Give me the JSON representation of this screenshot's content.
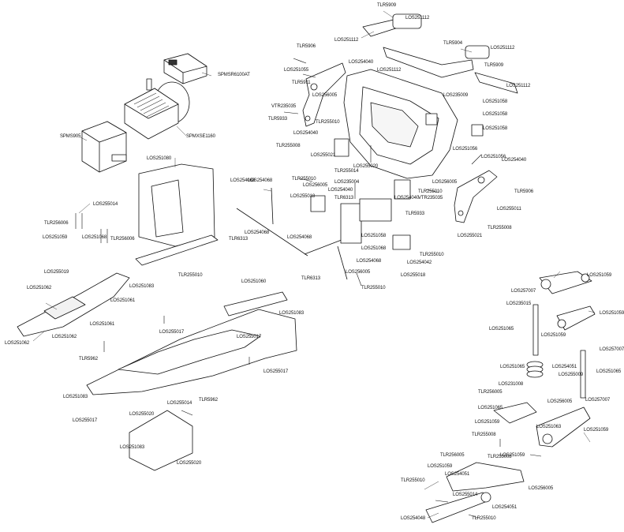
{
  "diagram": {
    "part_labels": [
      "TLR5909",
      "LOS251112",
      "LOS251112",
      "TLR5904",
      "LOS251112",
      "TLR5909",
      "LOS251112",
      "TLR5906",
      "LOS251055",
      "TLR5911",
      "LOS254040",
      "LOS251112",
      "SPMSR6100AT",
      "SPMXSE1160",
      "SPMS905",
      "VTR235035",
      "TLR5933",
      "LOS256005",
      "LOS254040",
      "TLR255010",
      "TLR255008",
      "LOS255021",
      "LOS235009",
      "LOS251058",
      "LOS251058",
      "LOS251058",
      "LOS251056",
      "LOS251056",
      "LOS254040",
      "LOS251080",
      "TLR255014",
      "LOS255020",
      "TLR255010",
      "LOS254068",
      "LOS256005",
      "LOS254040",
      "LOS255018",
      "LOS235004",
      "TLR6313",
      "LOS254040",
      "TLR255010",
      "VTR235035",
      "LOS256005",
      "TLR5906",
      "TLR5933",
      "LOS255011",
      "LOS255021",
      "TLR255008",
      "LOS255014",
      "TLR256006",
      "LOS251059",
      "TLR256006",
      "LOS251068",
      "LOS254068",
      "TLR6313",
      "LOS254068",
      "LOS251058",
      "LOS251068",
      "LOS254068",
      "TLR255010",
      "LOS254042",
      "LOS255018",
      "LOS251083",
      "TLR255010",
      "LOS251060",
      "LOS254068",
      "TLR6313",
      "LOS256005",
      "TLR255010",
      "LOS255019",
      "LOS251062",
      "LOS251061",
      "LOS251061",
      "LOS251062",
      "LOS251062",
      "TLR5962",
      "LOS251083",
      "LOS255017",
      "LOS255017",
      "LOS255017",
      "LOS255014",
      "TLR5962",
      "LOS251083",
      "LOS255020",
      "LOS255017",
      "LOS251083",
      "LOS255020",
      "LOS251059",
      "LOS257007",
      "LOS235015",
      "LOS251059",
      "LOS251065",
      "LOS251059",
      "LOS257007",
      "LOS251065",
      "LOS254051",
      "LOS255009",
      "LOS251065",
      "LOS231008",
      "TLR256005",
      "LOS256005",
      "LOS251065",
      "LOS257007",
      "LOS251059",
      "LOS251063",
      "LOS251059",
      "TLR255008",
      "TLR255008",
      "TLR256005",
      "LOS251059",
      "LOS251059",
      "LOS254051",
      "TLR255010",
      "LOS256005",
      "LOS255014",
      "LOS254051",
      "LOS254048",
      "TLR255010"
    ]
  }
}
